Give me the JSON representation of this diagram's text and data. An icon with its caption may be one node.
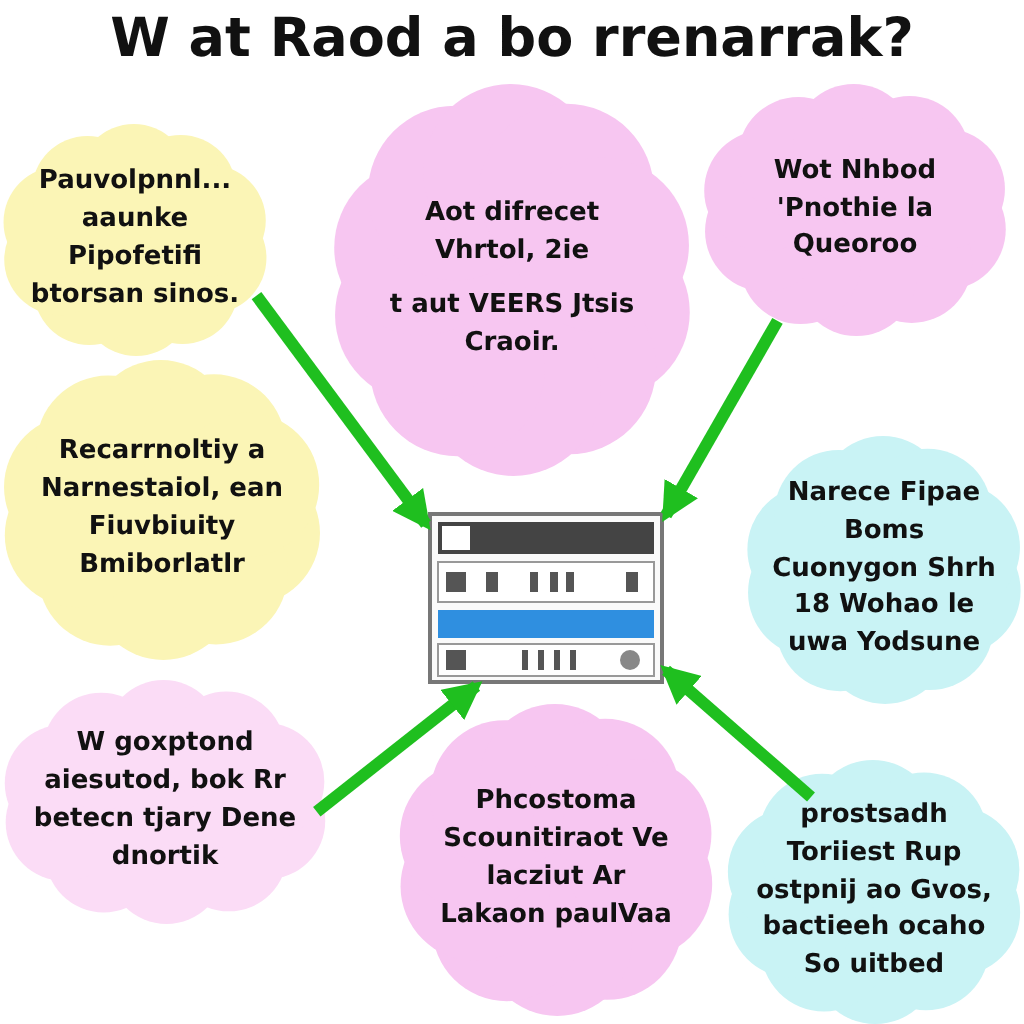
{
  "diagram": {
    "title": "W at Raod a bo rrenarrak?",
    "nodes": [
      {
        "text": [
          "Pauvolpnnl... aaunke Pipofetifi btorsan sinos."
        ]
      },
      {
        "text": [
          "Aot difrecet Vhrtol, 2ie",
          "t aut VEERS Jtsis Craoir."
        ]
      },
      {
        "text": [
          "Wot Nhbod 'Pnothie la Queoroo"
        ]
      },
      {
        "text": [
          "Recarrnoltiy a Narnestaiol, ean Fiuvbiuity Bmiborlatlr"
        ]
      },
      {
        "text": [],
        "shape": "picture"
      },
      {
        "text": [
          "Narece Fipae Boms Cuonygon Shrh 18 Wohao le uwa Yodsune"
        ]
      },
      {
        "text": [
          "W goxptond aiesutod, bok Rr betecn tjary Dene dnortik"
        ]
      },
      {
        "text": [
          "Phcostoma Scounitiraot Ve lacziut Ar Lakaon paulVaa"
        ]
      },
      {
        "text": [
          "prostsadh Toriiest Rup ostpnij ao Gvos, bactieeh ocaho So uitbed"
        ]
      }
    ],
    "edges": [
      {
        "from": 0,
        "to": 4,
        "arrow": "to"
      },
      {
        "from": 2,
        "to": 4,
        "arrow": "to"
      },
      {
        "from": 6,
        "to": 4,
        "arrow": "to"
      },
      {
        "from": 8,
        "to": 4,
        "arrow": "to"
      }
    ]
  }
}
